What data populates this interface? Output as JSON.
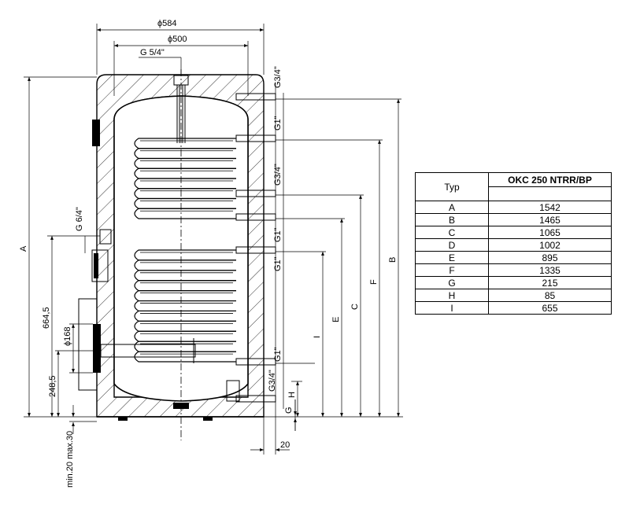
{
  "diagram": {
    "top_dims": {
      "outer": "ϕ584",
      "inner": "ϕ500",
      "top_conn": "G 5/4\""
    },
    "right_conn": {
      "g34_top": "G3/4\"",
      "g1_a": "G1\"",
      "g34_mid": "G3/4\"",
      "g1_b": "G1\"",
      "g1_c": "G1\"",
      "g1_d": "G1\"",
      "g34_bottom": "G3/4\""
    },
    "left_conn": {
      "g64": "G 6/4\"",
      "d168": "ϕ168"
    },
    "left_dims": {
      "a": "A",
      "h664": "664,5",
      "h248": "248,5",
      "feet": "min.20 max.30"
    },
    "right_dims": {
      "b": "B",
      "f": "F",
      "c": "C",
      "e": "E",
      "i": "I",
      "h": "H",
      "g": "G"
    },
    "bottom_dim": "20"
  },
  "table": {
    "header_typ": "Typ",
    "header_model": "OKC 250 NTRR/BP",
    "rows": [
      {
        "typ": "A",
        "value": "1542"
      },
      {
        "typ": "B",
        "value": "1465"
      },
      {
        "typ": "C",
        "value": "1065"
      },
      {
        "typ": "D",
        "value": "1002"
      },
      {
        "typ": "E",
        "value": "895"
      },
      {
        "typ": "F",
        "value": "1335"
      },
      {
        "typ": "G",
        "value": "215"
      },
      {
        "typ": "H",
        "value": "85"
      },
      {
        "typ": "I",
        "value": "655"
      }
    ]
  }
}
